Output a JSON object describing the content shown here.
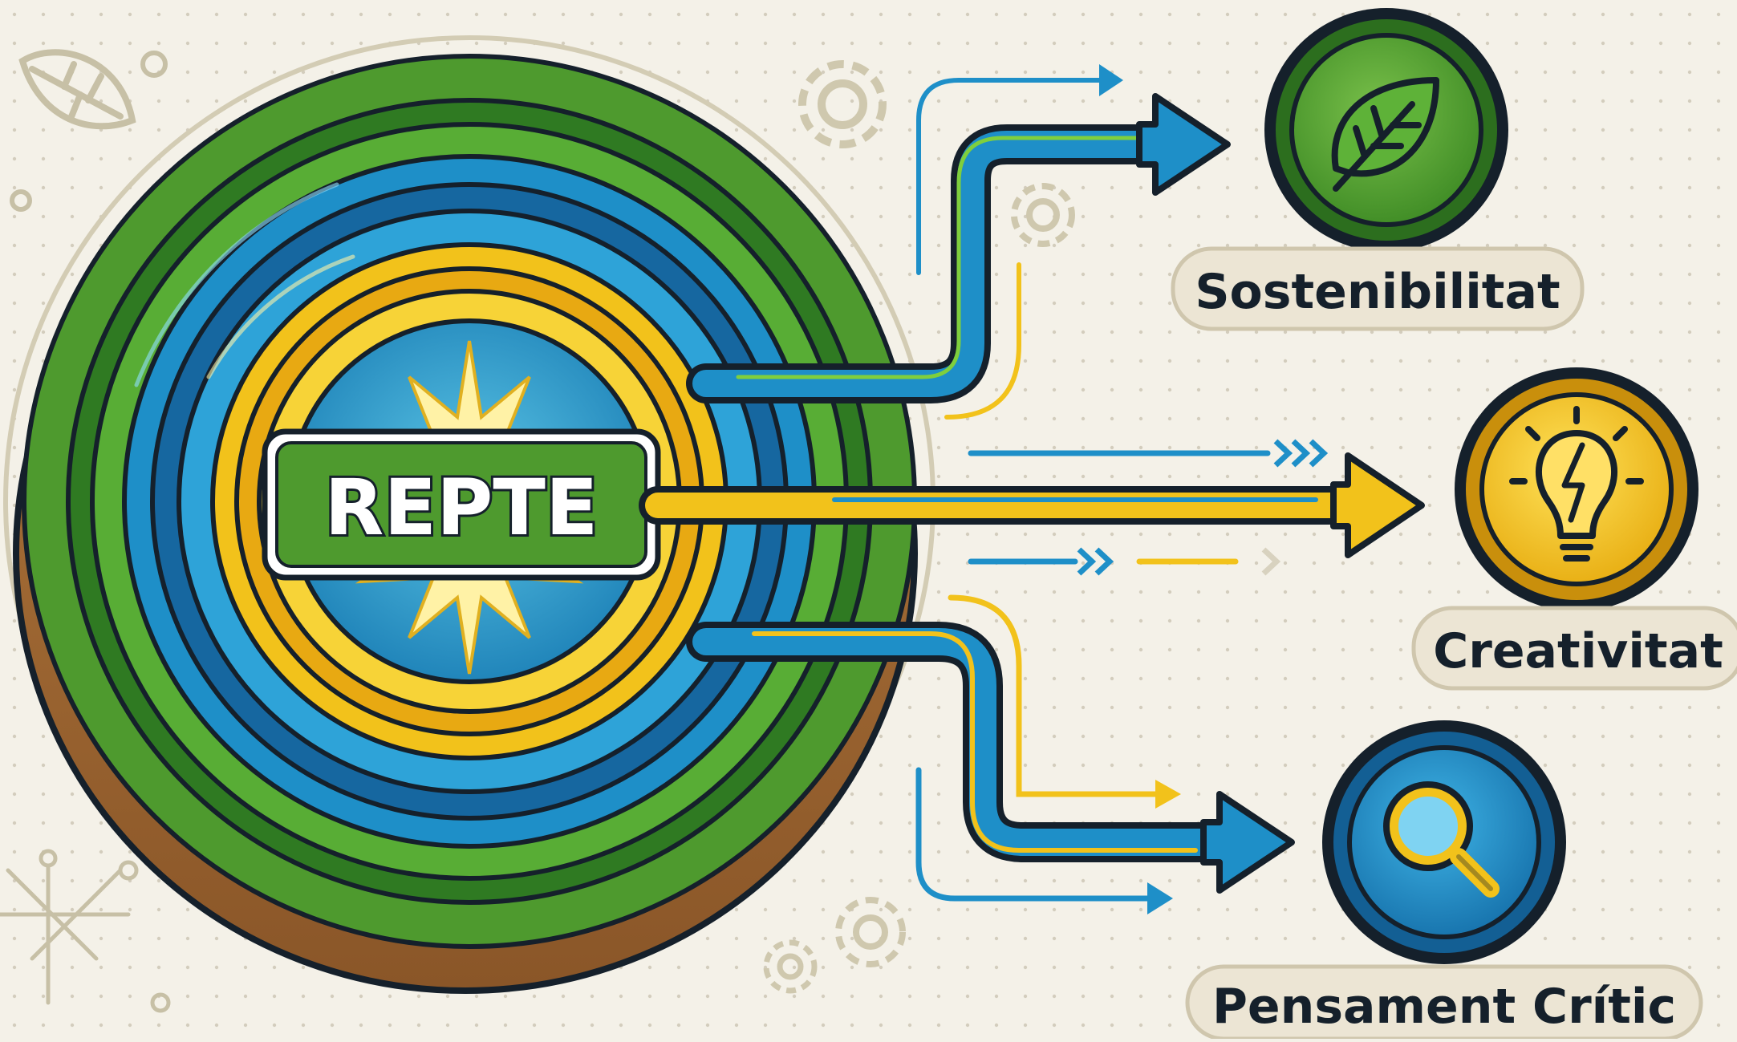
{
  "center": {
    "label": "REPTE"
  },
  "outcomes": [
    {
      "label": "Sostenibilitat",
      "icon": "leaf-icon",
      "color": "#4e9a2e"
    },
    {
      "label": "Creativitat",
      "icon": "lightbulb-bolt-icon",
      "color": "#f2c21b"
    },
    {
      "label": "Pensament Crític",
      "icon": "magnifier-icon",
      "color": "#1e8fc8"
    }
  ],
  "palette": {
    "green": "#4e9a2e",
    "blue": "#1e8fc8",
    "yellow": "#f2c21b",
    "outline": "#15202b",
    "background": "#f4f1e8",
    "pill": "#ece5d4"
  }
}
